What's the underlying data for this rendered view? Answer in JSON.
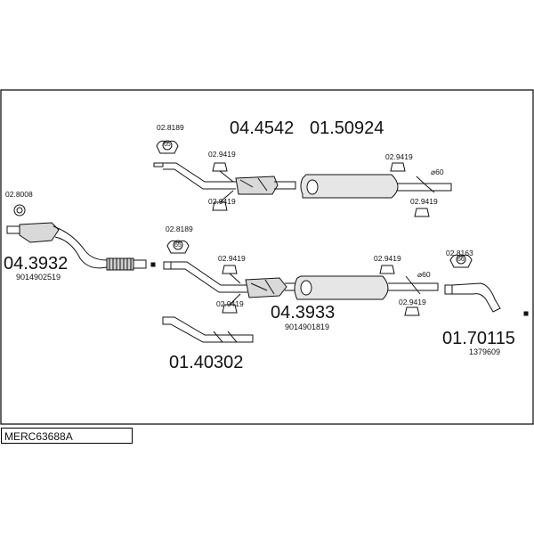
{
  "diagram": {
    "code": "MERC63688A",
    "top_assembly": {
      "part_a": "04.4542",
      "part_b": "01.50924",
      "hanger_left": "02.8189",
      "hanger_left_badge": "65",
      "clamp_upper_1": "02.9419",
      "clamp_lower_1": "02.9419",
      "clamp_upper_2": "02.9419",
      "clamp_lower_2": "02.9419",
      "diameter": "⌀60"
    },
    "catalyst": {
      "ring": "02.8008",
      "part": "04.3932",
      "oem": "9014902519"
    },
    "middle_assembly": {
      "hanger_left": "02.8189",
      "hanger_left_badge": "65",
      "clamp_upper_1": "02.9419",
      "clamp_lower_1": "02.9419",
      "clamp_upper_2": "02.9419",
      "clamp_lower_2": "02.9419",
      "diameter": "⌀60",
      "part": "04.3933",
      "oem": "9014901819",
      "hanger_right": "02.8163",
      "hanger_right_badge": "66"
    },
    "tailpipe": {
      "part": "01.70115",
      "oem": "1379609"
    },
    "bracket": {
      "part": "01.40302"
    }
  }
}
